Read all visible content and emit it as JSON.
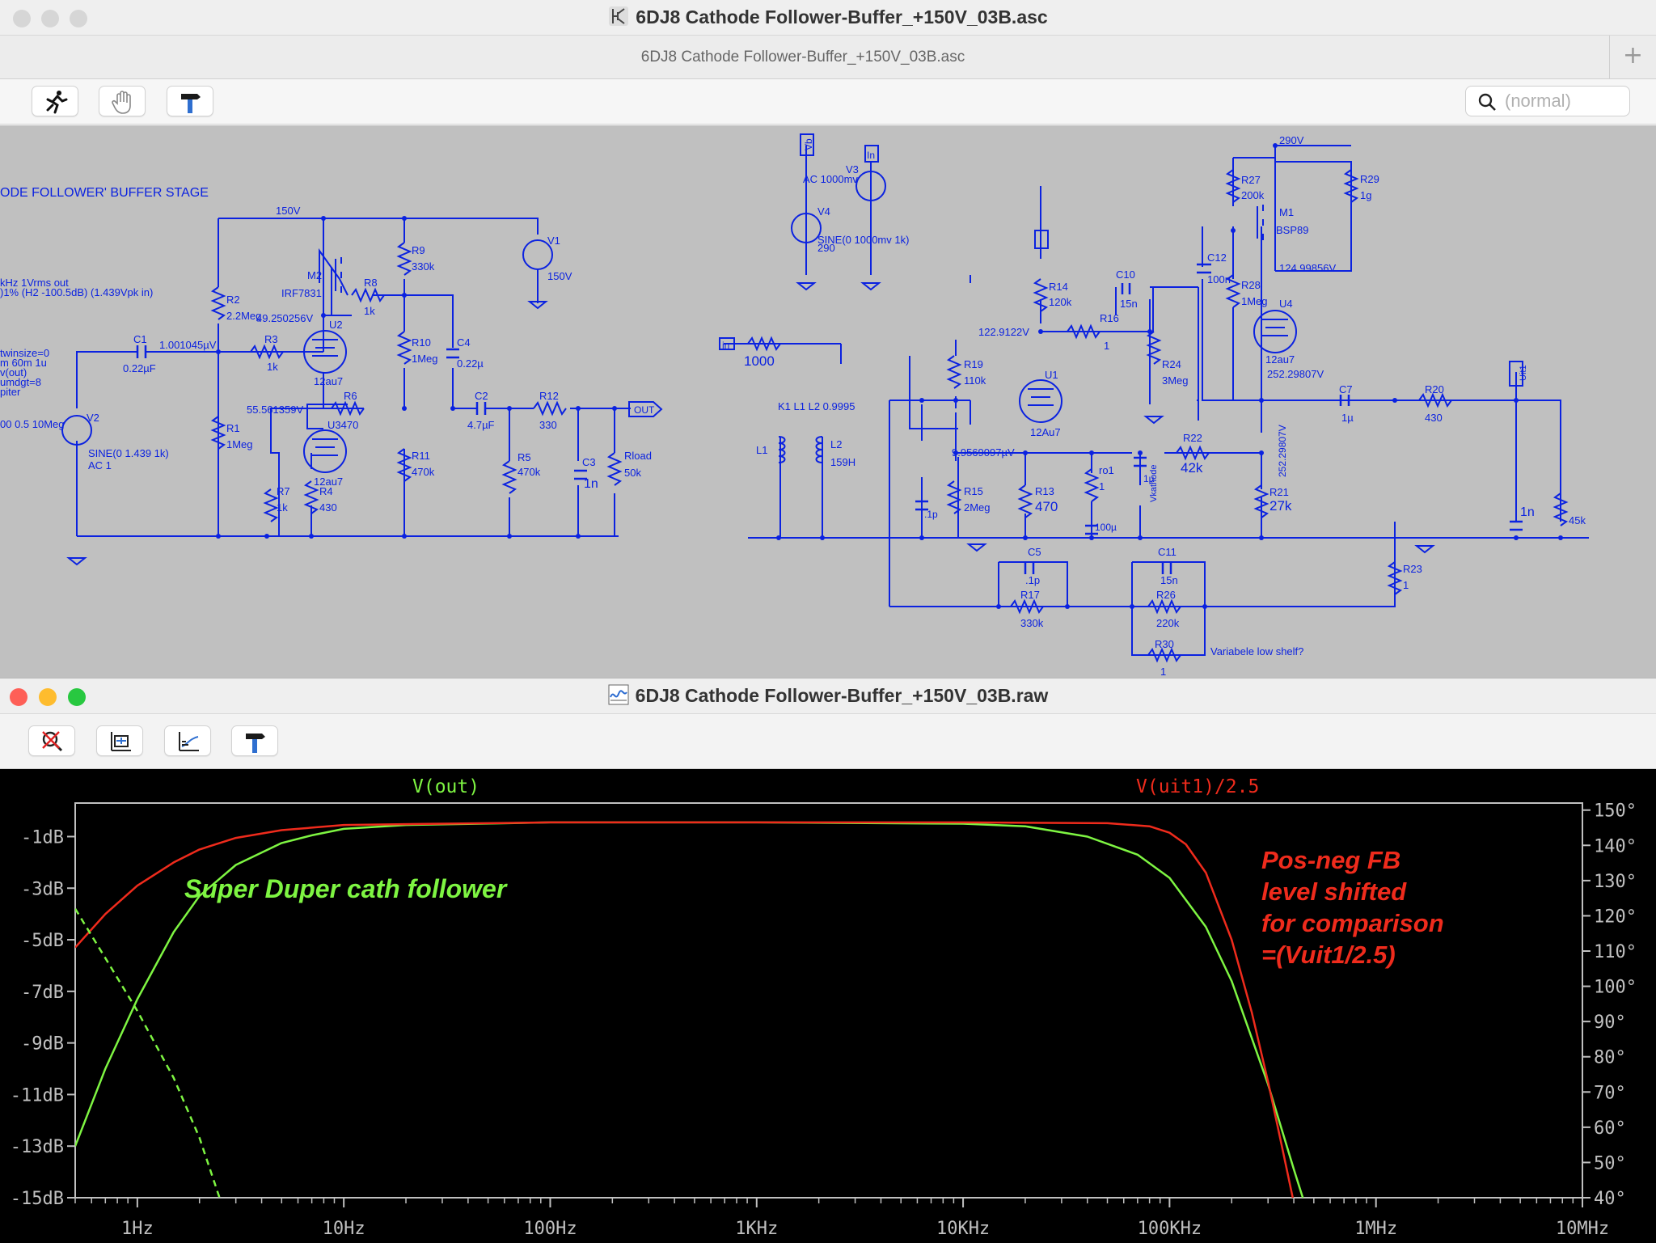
{
  "schematic_window": {
    "title": "6DJ8 Cathode Follower-Buffer_+150V_03B.asc",
    "tab_title": "6DJ8 Cathode Follower-Buffer_+150V_03B.asc",
    "search_placeholder": "(normal)",
    "toolbar": [
      "run-icon",
      "hand-icon",
      "hammer-icon"
    ],
    "labels": {
      "stage_title": "ODE FOLLOWER' BUFFER STAGE",
      "note1": "kHz 1Vrms out",
      "note2": ")1% (H2 -100.5dB) (1.439Vpk in)",
      "cmd1": "twinsize=0",
      "cmd2": "m 60m 1u",
      "cmd3": "v(out)",
      "cmd4": "umdgt=8",
      "cmd5": "piter",
      "v2val": "00 0.5 10Meg",
      "rail150": "150V",
      "v1": "V1",
      "v1val": "150V",
      "m2": "M2",
      "m2type": "IRF7831",
      "r8": "R8",
      "r8v": "1k",
      "r9": "R9",
      "r9v": "330k",
      "r2": "R2",
      "r2v": "2.2Meg",
      "node1": "49.250256V",
      "u2": "U2",
      "u2t": "12au7",
      "c1": "C1",
      "c1v": "0.22µF",
      "node2": "1.001045µV",
      "r3": "R3",
      "r3v": "1k",
      "r10": "R10",
      "r10v": "1Meg",
      "c4": "C4",
      "c4v": "0.22µ",
      "v2": "V2",
      "v2sine": "SINE(0 1.439 1k)",
      "v2ac": "AC 1",
      "r1": "R1",
      "r1v": "1Meg",
      "node3": "55.561359V",
      "r6": "R6",
      "u3": "U3470",
      "c2": "C2",
      "c2v": "4.7µF",
      "r12": "R12",
      "r12v": "330",
      "out": "OUT",
      "u3t": "12au7",
      "r5": "R5",
      "r5v": "470k",
      "c3": "C3",
      "c3v": "1n",
      "rload": "Rload",
      "rloadv": "50k",
      "r11": "R11",
      "r11v": "470k",
      "r7": "R7",
      "r7v": "1k",
      "r4": "R4",
      "r4v": "430",
      "vb": "Vb",
      "in": "In",
      "v3": "V3",
      "v3ac": "AC 1000mv",
      "v4": "V4",
      "v4sine": "SINE(0 1000mv 1k)",
      "v4val": "290",
      "rail290": "290V",
      "r27": "R27",
      "r27v": "200k",
      "m1": "M1",
      "m1type": "BSP89",
      "r29": "R29",
      "r29v": "1g",
      "c12": "C12",
      "c12v": "100n",
      "r28": "R28",
      "r28v": "1Meg",
      "node4": "124.99856V",
      "u4": "U4",
      "u4t": "12au7",
      "node5": "252.29807V",
      "r14": "R14",
      "r14v": "120k",
      "c10": "C10",
      "c10v": "15n",
      "r16": "R16",
      "r16v": "1",
      "node6": "122.9122V",
      "r24": "R24",
      "r24v": "3Meg",
      "inport": "in",
      "r25v": "1000",
      "r19": "R19",
      "r19v": "110k",
      "u1": "U1",
      "u1t": "12Au7",
      "k1": "K1 L1 L2 0.9995",
      "l1": "L1",
      "l2": "L2",
      "l2v": "159H",
      "node7": "9.9569097µV",
      "ro1": "ro1",
      "ro1v": "1",
      "r22": "R22",
      "r22v": "42k",
      "vkath": "Vkathode",
      "c7": "C7",
      "c7v": "1µ",
      "r20": "R20",
      "r20v": "430",
      "uit1": "Uit1",
      "r21": "R21",
      "r21v": "27k",
      "node8": "252.29807V",
      "r15": "R15",
      "r15v": "2Meg",
      "r13": "R13",
      "r13v": "470",
      "c9v": ".1p",
      "c8v": "100µ",
      "cvk": "1µ",
      "c6v": "1n",
      "r18v": "45k",
      "c5": "C5",
      "c5v": ".1p",
      "c11": "C11",
      "c11v": "15n",
      "r17": "R17",
      "r17v": "330k",
      "r26": "R26",
      "r26v": "220k",
      "r23": "R23",
      "r23v": "1",
      "r30": "R30",
      "r30v": "1",
      "lowshelf": "Variabele low shelf?"
    }
  },
  "plot_window": {
    "title": "6DJ8 Cathode Follower-Buffer_+150V_03B.raw",
    "toolbar": [
      "zoom-cancel-icon",
      "autorange-icon",
      "pick-traces-icon",
      "hammer-icon"
    ],
    "trace_green_name": "V(out)",
    "trace_red_name": "V(uit1)/2.5",
    "annotation_green": "Super Duper cath follower",
    "annotation_red": [
      "Pos-neg FB",
      "level shifted",
      "for comparison",
      "=(Vuit1/2.5)"
    ],
    "colors": {
      "green": "#7ef542",
      "red": "#ef2b1c",
      "axis": "#c0c0c0"
    }
  },
  "chart_data": {
    "type": "line",
    "x_scale": "log",
    "xlim": [
      0.5,
      10000000
    ],
    "x_tick_labels": [
      "1Hz",
      "10Hz",
      "100Hz",
      "1KHz",
      "10KHz",
      "100KHz",
      "1MHz",
      "10MHz"
    ],
    "x_ticks": [
      1,
      10,
      100,
      1000,
      10000,
      100000,
      1000000,
      10000000
    ],
    "ylim": [
      -15,
      0.3
    ],
    "y_tick_labels": [
      "-1dB",
      "-3dB",
      "-5dB",
      "-7dB",
      "-9dB",
      "-11dB",
      "-13dB",
      "-15dB"
    ],
    "y_ticks": [
      -1,
      -3,
      -5,
      -7,
      -9,
      -11,
      -13,
      -15
    ],
    "y2lim": [
      40,
      152
    ],
    "y2_tick_labels": [
      "150°",
      "140°",
      "130°",
      "120°",
      "110°",
      "100°",
      "90°",
      "80°",
      "70°",
      "60°",
      "50°",
      "40°"
    ],
    "y2_ticks": [
      150,
      140,
      130,
      120,
      110,
      100,
      90,
      80,
      70,
      60,
      50,
      40
    ],
    "grid": false,
    "series": [
      {
        "name": "V(out)",
        "style": "solid",
        "axis": "left",
        "x": [
          0.5,
          0.7,
          1,
          1.5,
          2,
          3,
          5,
          7,
          10,
          20,
          100,
          1000,
          10000,
          20000,
          40000,
          70000,
          100000,
          150000,
          200000,
          300000,
          400000,
          450000
        ],
        "y": [
          -13.0,
          -10.0,
          -7.3,
          -4.7,
          -3.3,
          -2.1,
          -1.25,
          -0.95,
          -0.7,
          -0.55,
          -0.45,
          -0.45,
          -0.5,
          -0.6,
          -1.0,
          -1.7,
          -2.6,
          -4.5,
          -6.6,
          -10.6,
          -13.9,
          -15.2
        ]
      },
      {
        "name": "V(uit1)/2.5",
        "style": "solid",
        "axis": "left",
        "x": [
          0.5,
          0.7,
          1,
          1.5,
          2,
          3,
          5,
          10,
          100,
          1000,
          10000,
          50000,
          80000,
          100000,
          120000,
          150000,
          200000,
          250000,
          300000,
          350000,
          400000
        ],
        "y": [
          -5.3,
          -4.0,
          -2.9,
          -2.0,
          -1.5,
          -1.05,
          -0.75,
          -0.55,
          -0.45,
          -0.45,
          -0.45,
          -0.48,
          -0.6,
          -0.85,
          -1.3,
          -2.4,
          -5.0,
          -7.8,
          -10.5,
          -13.0,
          -15.2
        ]
      },
      {
        "name": "V(out) phase",
        "style": "dashed",
        "axis": "right",
        "x": [
          0.5,
          0.7,
          1,
          1.5,
          2,
          2.5
        ],
        "y": [
          122,
          108,
          93,
          74,
          57,
          40
        ]
      }
    ]
  }
}
